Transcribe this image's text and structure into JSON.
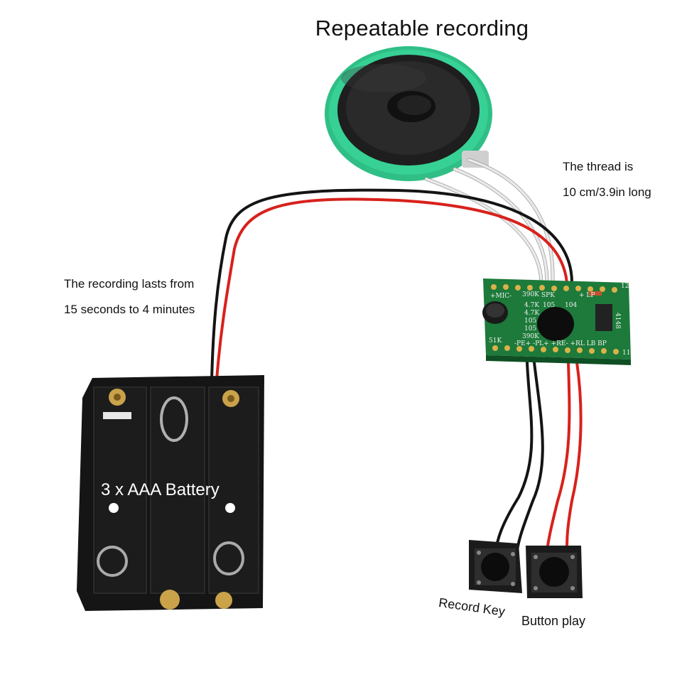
{
  "title": "Repeatable recording",
  "notes": {
    "thread_line1": "The thread is",
    "thread_line2": "10 cm/3.9in long",
    "recording_line1": "The recording lasts from",
    "recording_line2": "15 seconds to 4 minutes"
  },
  "labels": {
    "battery": "3 x AAA Battery",
    "record_key": "Record Key",
    "button_play": "Button play"
  },
  "pcb_silkscreen": {
    "mic": "+MIC-",
    "r390k_top": "390K",
    "spk": "SPK",
    "lp": "+ LP",
    "r47k_a": "4.7K",
    "r47k_b": "4.7K",
    "c105_a": "105",
    "c104": "104",
    "c105_b": "105",
    "c105_c": "105",
    "r390k_bot": "390K",
    "r51k": "51K",
    "diode": "4148",
    "pins": "-PE+  -PL+ +RE- +RL LB BP",
    "n11": "11",
    "n12": "12"
  },
  "colors": {
    "speaker_ring": "#2fbf86",
    "speaker_cone": "#1e1e1e",
    "pcb": "#1d7a3a",
    "wire_red": "#d8211c",
    "wire_black": "#141414",
    "wire_white": "#eaeaea",
    "battery_case": "#151515"
  }
}
